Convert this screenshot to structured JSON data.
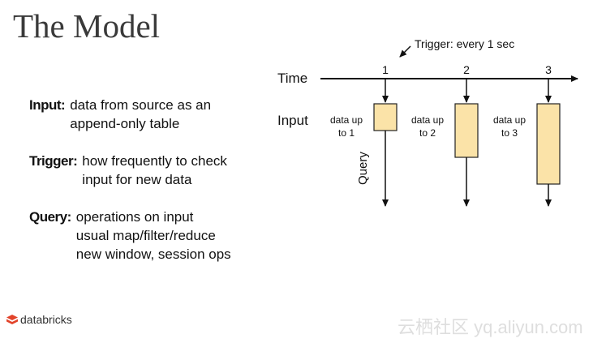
{
  "slide": {
    "title": "The Model",
    "definitions": [
      {
        "term": "Input:",
        "lines": [
          "data from source as an",
          "append-only table"
        ]
      },
      {
        "term": "Trigger:",
        "lines": [
          "how frequently to check",
          "input for new data"
        ]
      },
      {
        "term": "Query:",
        "lines": [
          "operations on input",
          "usual map/filter/reduce",
          "new window, session ops"
        ]
      }
    ]
  },
  "diagram": {
    "trigger_label": "Trigger: every 1 sec",
    "time_label": "Time",
    "input_label": "Input",
    "query_label": "Query",
    "ticks": [
      {
        "label": "1",
        "box_lines": [
          "data up",
          "to 1"
        ],
        "fill_level": 1
      },
      {
        "label": "2",
        "box_lines": [
          "data up",
          "to 2"
        ],
        "fill_level": 2
      },
      {
        "label": "3",
        "box_lines": [
          "data up",
          "to 3"
        ],
        "fill_level": 3
      }
    ],
    "box_fill": "#fbe3a8",
    "box_stroke": "#222222"
  },
  "branding": {
    "logo_text": "databricks",
    "logo_icon": "databricks-stack-icon",
    "logo_color": "#e2432a",
    "watermark": "云栖社区 yq.aliyun.com"
  }
}
